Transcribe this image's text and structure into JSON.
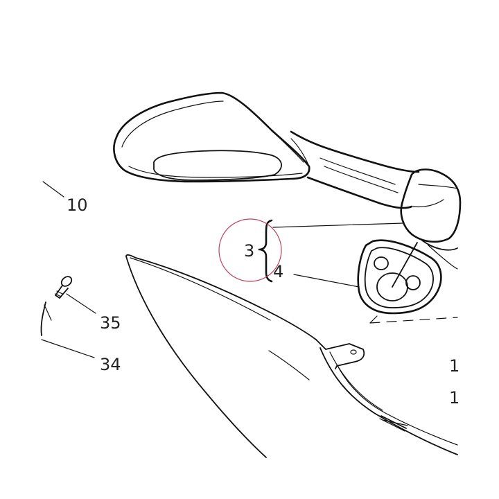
{
  "callouts": {
    "c10": "10",
    "c35": "35",
    "c34": "34",
    "c3": "3",
    "c4": "4",
    "c1a": "1",
    "c1b": "1"
  },
  "colors": {
    "line": "#111111",
    "highlight_circle": "#c0405a",
    "background": "#ffffff"
  }
}
